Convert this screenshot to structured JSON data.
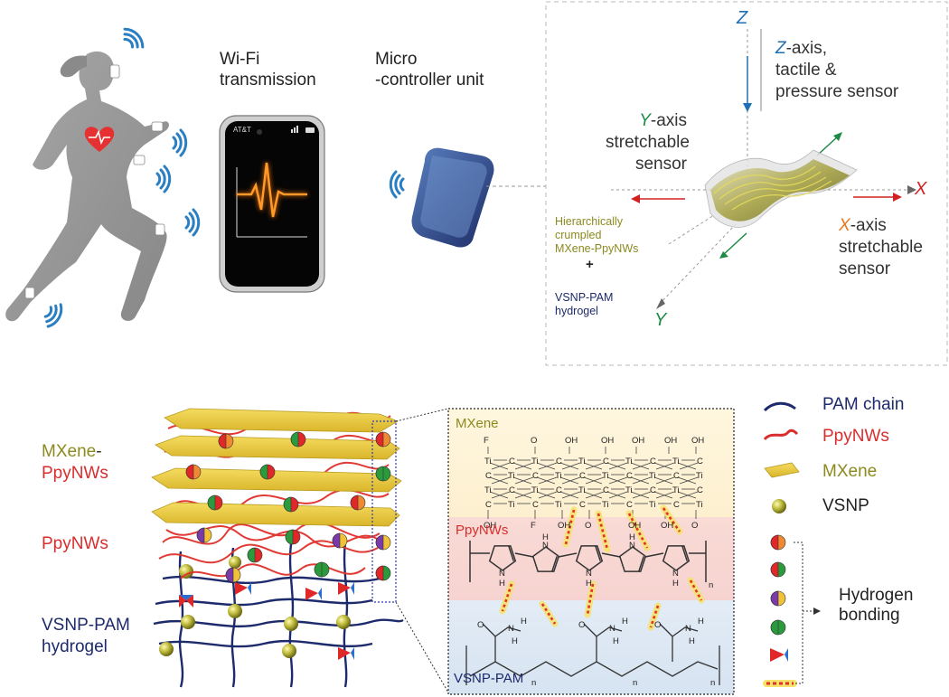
{
  "top": {
    "wifi_title": [
      "Wi-Fi",
      "transmission"
    ],
    "mcu_title": [
      "Micro",
      "-controller unit"
    ],
    "phone_carrier": "AT&T",
    "axes": {
      "z_letter": "Z",
      "x_letter": "X",
      "y_letter": "Y",
      "z_axis_suffix": "-axis,",
      "z_desc_lines": [
        "tactile &",
        "pressure sensor"
      ],
      "y_axis_suffix": "-axis",
      "y_desc_lines": [
        "stretchable",
        "sensor"
      ],
      "x_axis_suffix": "-axis",
      "x_desc_lines": [
        "stretchable",
        "sensor"
      ]
    },
    "material": {
      "lines": [
        "Hierarchically",
        "crumpled",
        "MXene-PpyNWs"
      ],
      "plus": "+",
      "hydrogel_lines": [
        "VSNP-PAM",
        "hydrogel"
      ]
    }
  },
  "bottom": {
    "left_labels": {
      "mxene_prefix": "MXene",
      "mxene_dash": "-",
      "ppynws_line": "PpyNWs",
      "ppynws": "PpyNWs",
      "vsnp_lines": [
        "VSNP-PAM",
        "hydrogel"
      ]
    },
    "zoom": {
      "mxene": "MXene",
      "ppynws": "PpyNWs",
      "vsnp_pam": "VSNP-PAM",
      "atom_ti": "Ti",
      "atom_c": "C",
      "atom_oh": "OH",
      "atom_o": "O",
      "atom_f": "F",
      "atom_n": "N",
      "atom_h": "H",
      "sub_n": "n"
    },
    "legend": {
      "items": [
        "PAM chain",
        "PpyNWs",
        "MXene",
        "VSNP"
      ],
      "hbond_lines": [
        "Hydrogen",
        "bonding"
      ]
    }
  },
  "colors": {
    "z_blue": "#1f6fb5",
    "x_red": "#d32121",
    "y_green": "#1d8a45",
    "x_orange": "#e8771d",
    "mxene_olive": "#8c8a1e",
    "ppy_red": "#d92e2e",
    "pam_navy": "#1d2a6b",
    "wifi_blue": "#2a7fc2",
    "mxene_yellow": "#f2d24a"
  }
}
